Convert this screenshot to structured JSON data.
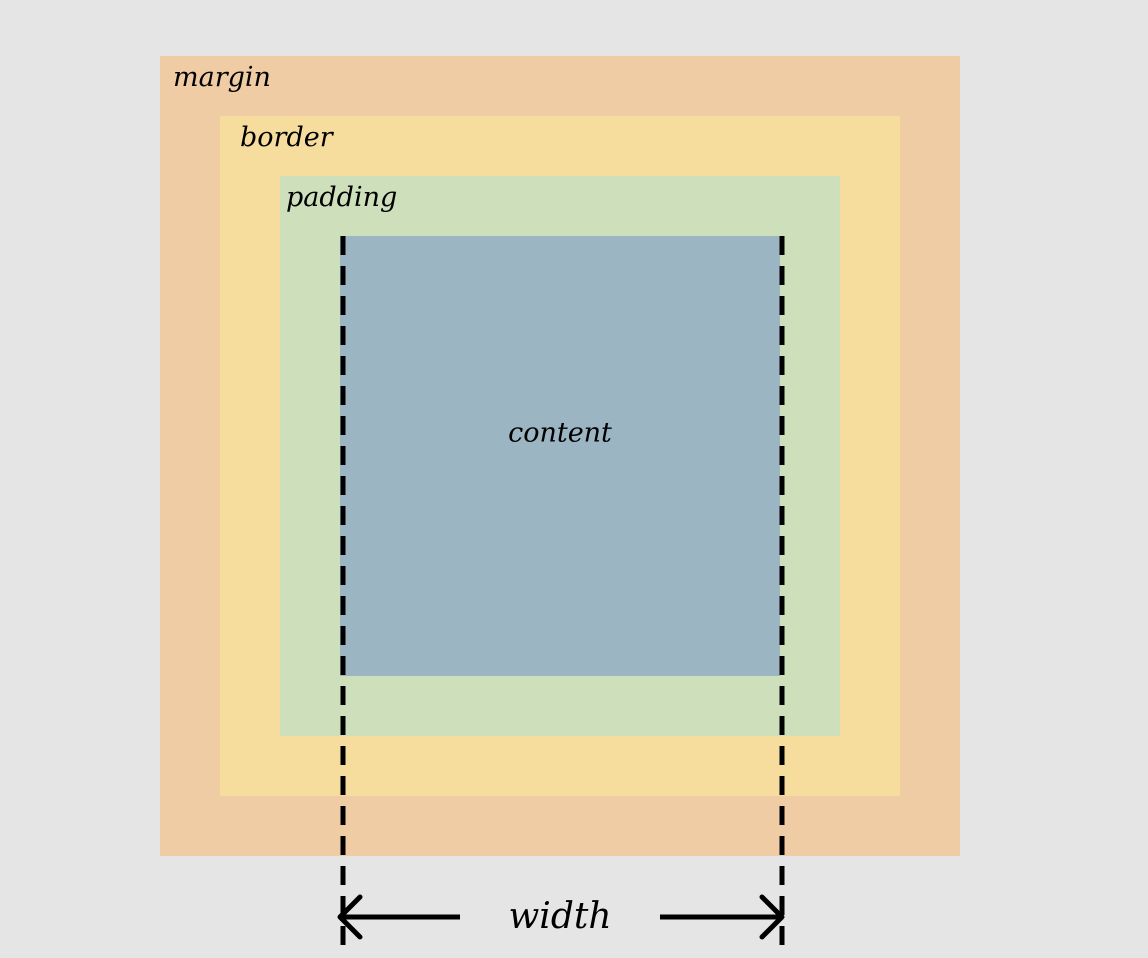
{
  "labels": {
    "margin": "margin",
    "border": "border",
    "padding": "padding",
    "content": "content",
    "width": "width"
  },
  "colors": {
    "background": "#e5e5e5",
    "margin": "#efcca4",
    "border": "#f6dd9d",
    "padding": "#cddfbb",
    "content": "#9bb5c2",
    "lines": "#000000"
  }
}
